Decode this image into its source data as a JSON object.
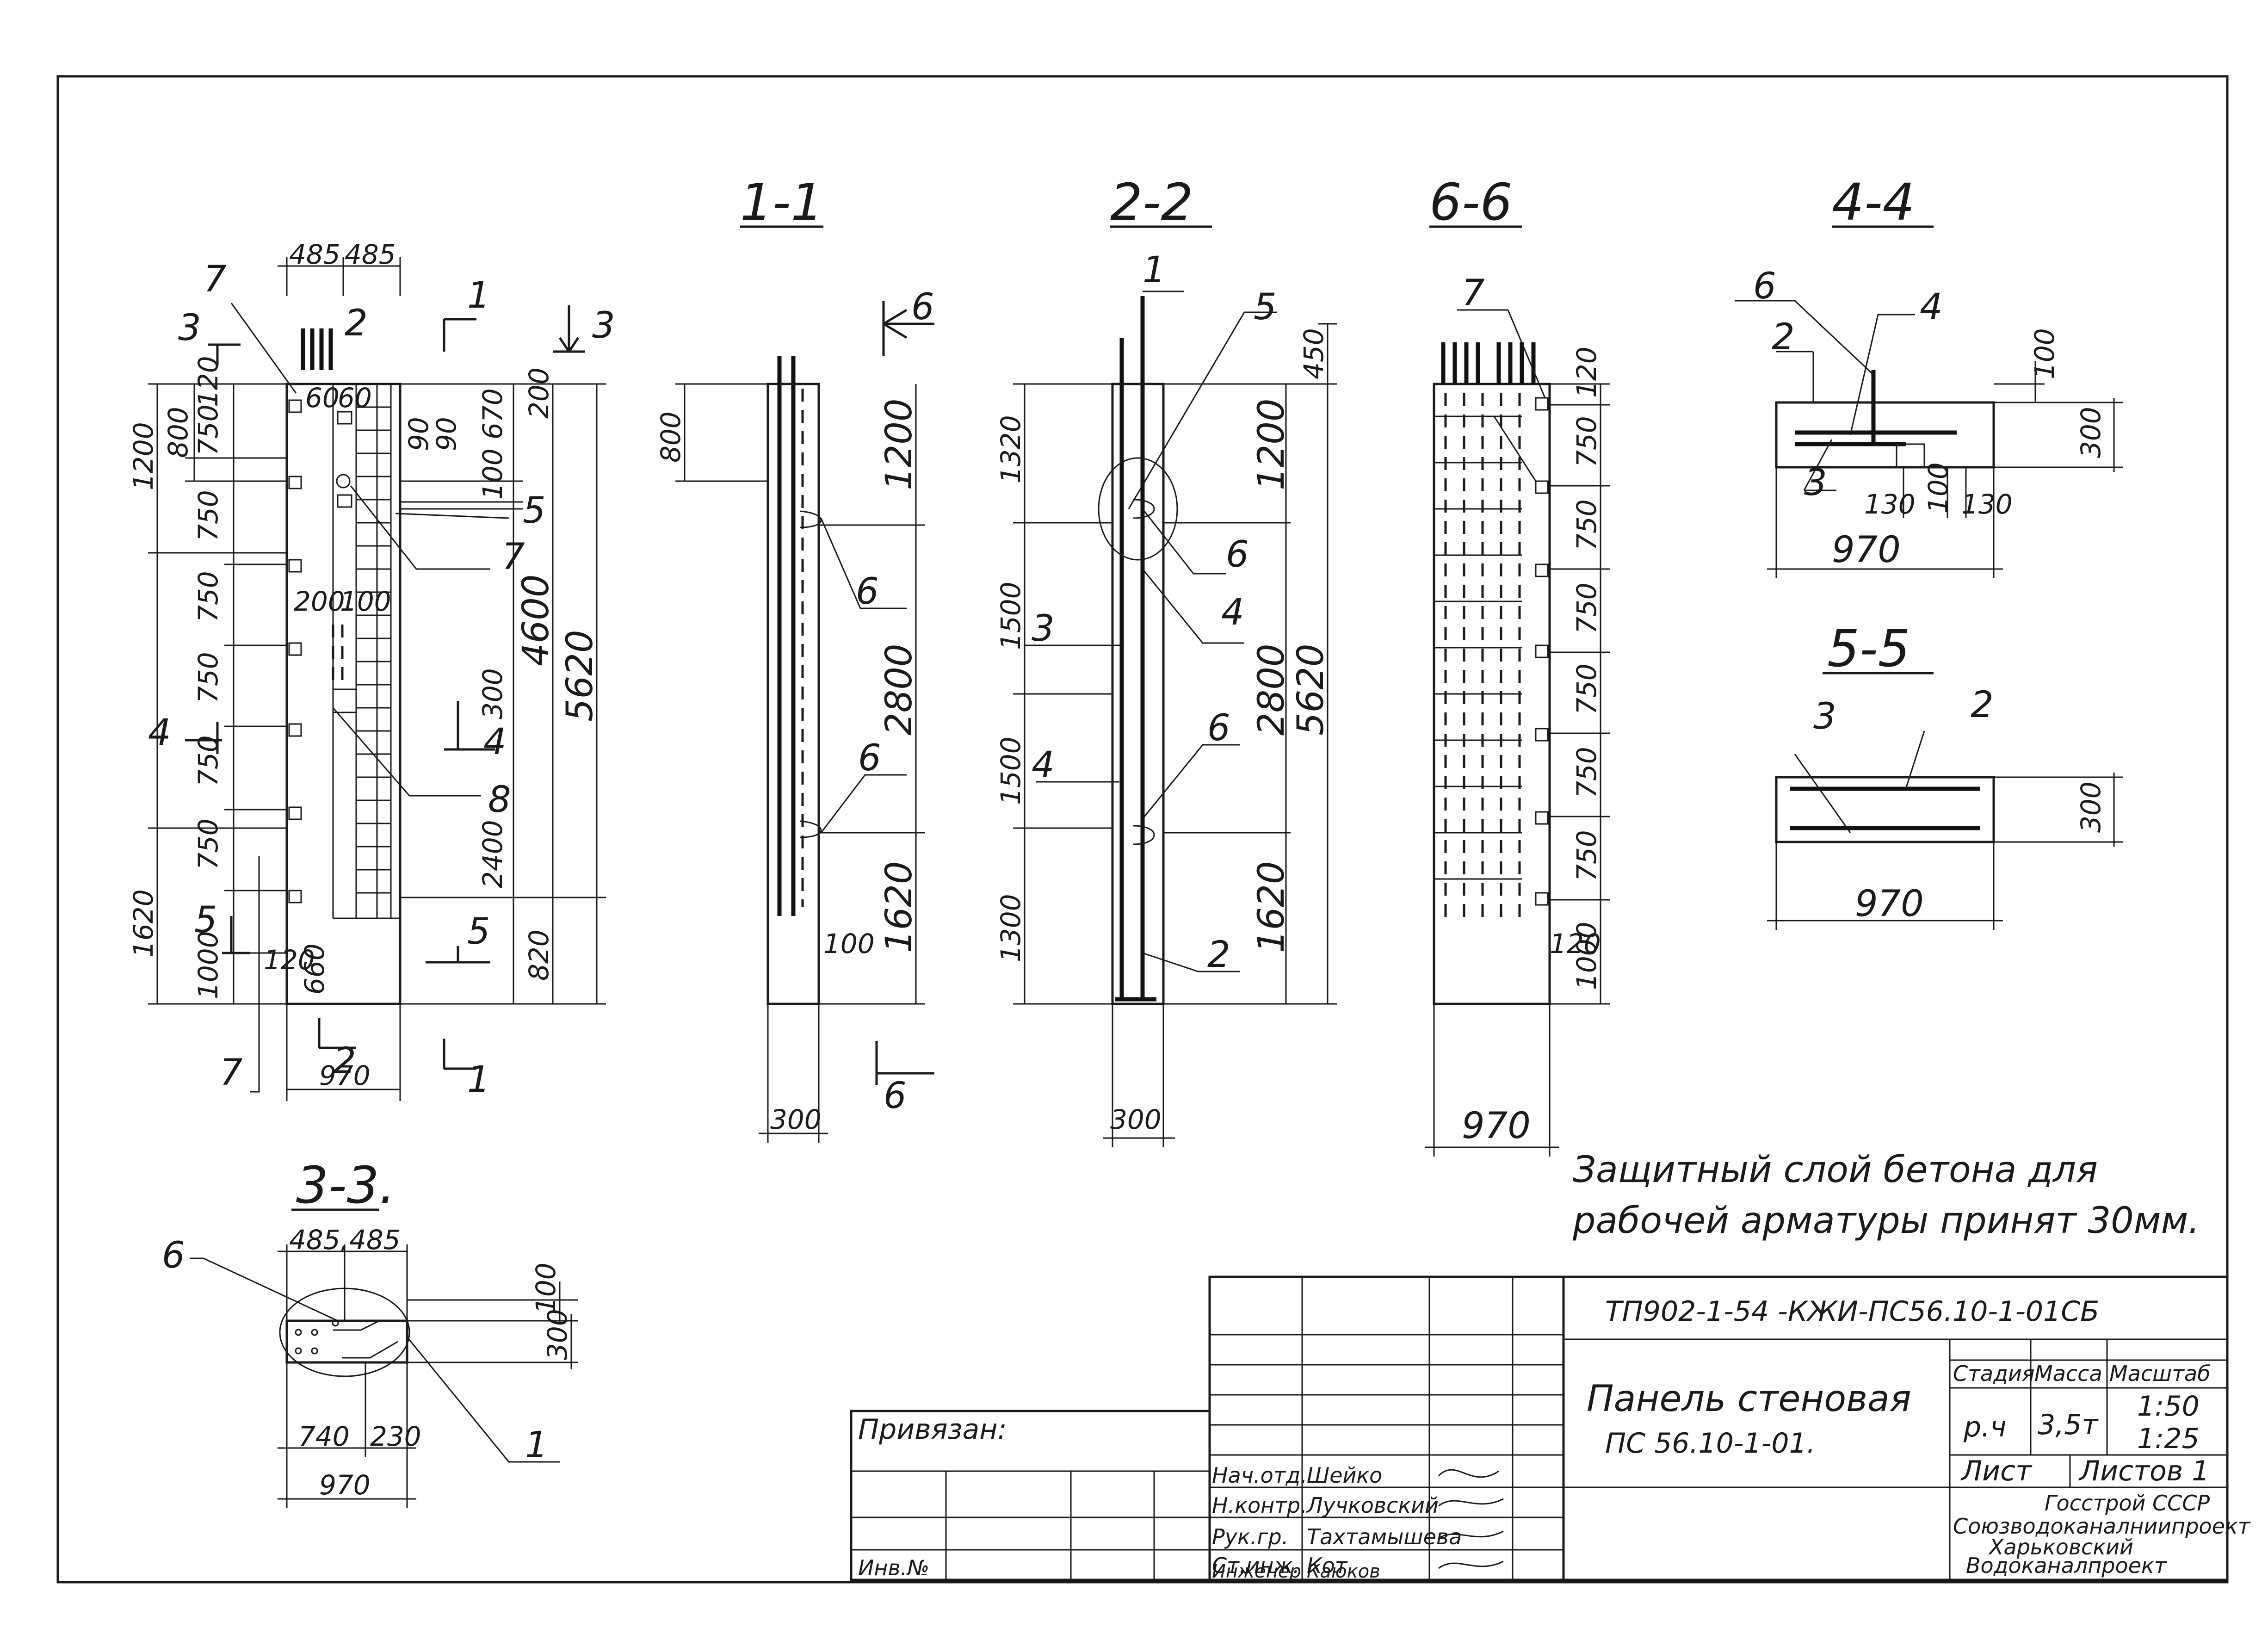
{
  "sections": {
    "s11": "1-1",
    "s22": "2-2",
    "s66": "6-6",
    "s44": "4-4",
    "s55": "5-5",
    "s33": "3-3."
  },
  "elevation": {
    "top_dims": [
      "485",
      "485"
    ],
    "left_dims": [
      "1200",
      "800",
      "750",
      "750",
      "750",
      "750",
      "750",
      "750",
      "1620",
      "1000"
    ],
    "small_dims": [
      "120",
      "60",
      "60",
      "90",
      "90",
      "670",
      "200",
      "100",
      "200",
      "100",
      "300",
      "120",
      "660"
    ],
    "right_dims": [
      "4600",
      "5620",
      "2400",
      "820"
    ],
    "bottom_dim": "970",
    "cuts": [
      "1",
      "1",
      "2",
      "2",
      "3",
      "3",
      "4",
      "4",
      "5",
      "5"
    ],
    "marks": [
      "7",
      "2",
      "5",
      "7",
      "8",
      "7"
    ]
  },
  "sec11": {
    "dims": [
      "800",
      "1200",
      "2800",
      "1620",
      "100",
      "300"
    ],
    "marks": [
      "6",
      "6",
      "6",
      "6"
    ]
  },
  "sec22": {
    "dims": [
      "1320",
      "1500",
      "1500",
      "1300",
      "450",
      "1200",
      "2800",
      "1620",
      "5620",
      "300"
    ],
    "marks": [
      "1",
      "5",
      "6",
      "4",
      "3",
      "4",
      "6",
      "2"
    ]
  },
  "sec66": {
    "dims": [
      "120",
      "750",
      "750",
      "750",
      "750",
      "750",
      "750",
      "1000",
      "120",
      "970"
    ],
    "marks": [
      "7"
    ]
  },
  "sec44": {
    "dims": [
      "100",
      "300",
      "130",
      "100",
      "130",
      "970"
    ],
    "marks": [
      "6",
      "4",
      "2",
      "3"
    ]
  },
  "sec55": {
    "dims": [
      "300",
      "970"
    ],
    "marks": [
      "3",
      "2"
    ]
  },
  "sec33": {
    "dims": [
      "485,",
      "485",
      "100",
      "300",
      "740",
      "230",
      "970"
    ],
    "marks": [
      "6",
      "1"
    ]
  },
  "note": {
    "line1": "Защитный слой бетона для",
    "line2": "рабочей арматуры принят 30мм."
  },
  "title_block": {
    "code": "ТП902-1-54 -КЖИ-ПС56.10-1-01СБ",
    "name_line1": "Панель стеновая",
    "name_line2": "ПС 56.10-1-01.",
    "bound": "Привязан:",
    "inv": "Инв.№",
    "stage_h": "Стадия",
    "mass_h": "Масса",
    "scale_h": "Масштаб",
    "stage": "р.ч",
    "mass": "3,5т",
    "scale1": "1:50",
    "scale2": "1:25",
    "sheet": "Лист",
    "sheets": "Листов 1",
    "org1": "Госстрой СССР",
    "org2": "Союзводоканалниипроект",
    "org3": "Харьковский",
    "org4": "Водоканалпроект",
    "roles": [
      "Нач.отд.",
      "Н.контр.",
      "Рук.гр.",
      "Ст.инж.",
      "Инженер"
    ],
    "names": [
      "Шейко",
      "Лучковский",
      "Тахтамышева",
      "Кот",
      "Каюков"
    ]
  }
}
